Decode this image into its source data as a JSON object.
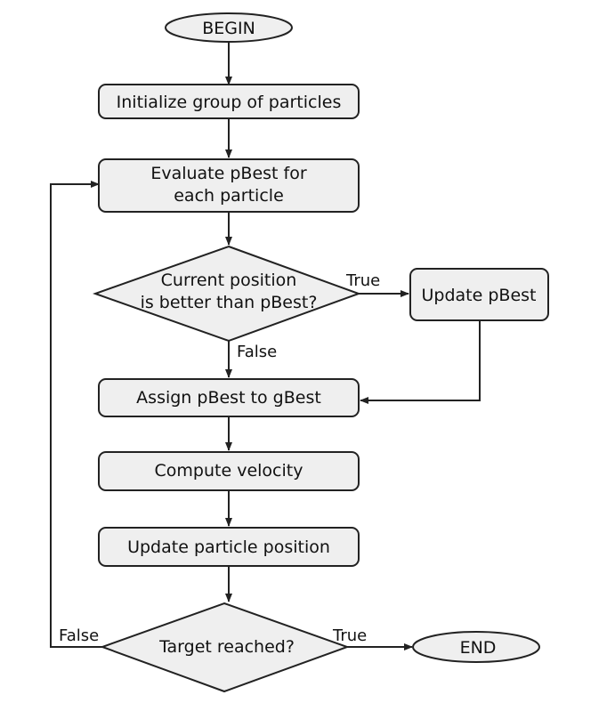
{
  "nodes": {
    "begin": "BEGIN",
    "init": "Initialize group of particles",
    "evaluate": [
      "Evaluate pBest for",
      "each particle"
    ],
    "decision1": [
      "Current position",
      "is better than pBest?"
    ],
    "update_pbest": "Update pBest",
    "assign": "Assign pBest to gBest",
    "velocity": "Compute velocity",
    "position": "Update particle position",
    "decision2": "Target reached?",
    "end": "END"
  },
  "edge_labels": {
    "d1_true": "True",
    "d1_false": "False",
    "d2_true": "True",
    "d2_false": "False"
  }
}
